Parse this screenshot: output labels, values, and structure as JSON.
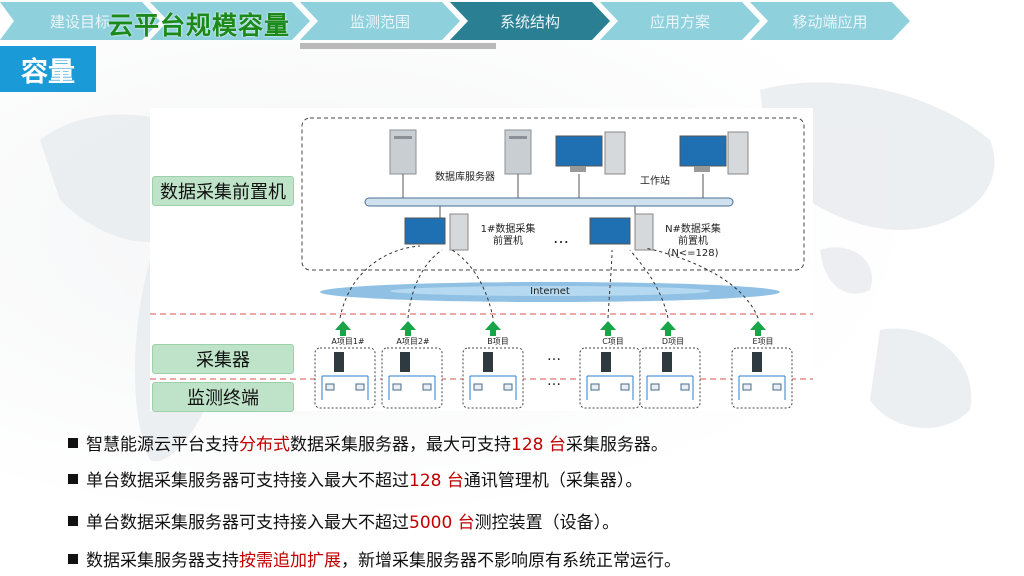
{
  "nav": {
    "tabs": [
      {
        "label": "建设目标"
      },
      {
        "label": "云平台规模容量"
      },
      {
        "label": "监测范围"
      },
      {
        "label": "系统结构"
      },
      {
        "label": "应用方案"
      },
      {
        "label": "移动端应用"
      }
    ],
    "active_title": "云平台规模容量",
    "colors": {
      "tab_light": "#8fd0dd",
      "tab_dark": "#2a7f92",
      "active": "#1b8a1b"
    }
  },
  "section_label": "容量",
  "diagram": {
    "left_labels": [
      "数据采集前置机",
      "采集器",
      "监测终端"
    ],
    "server_label": "数据库服务器",
    "workstation_label": "工作站",
    "front1_label": "1#数据采集\n前置机",
    "frontN_label": "N#数据采集\n前置机\n(N<=128)",
    "ellipsis": "…",
    "internet_label": "Internet",
    "collectors": [
      "A项目1#",
      "A项目2#",
      "B项目",
      "C项目",
      "D项目",
      "E项目"
    ]
  },
  "bullets": [
    {
      "pre": "智慧能源云平台支持",
      "hl": "分布式",
      "post": "数据采集服务器，最大可支持 ",
      "hl2": "128 台",
      "post2": "采集服务器。"
    },
    {
      "pre": "单台数据采集服务器可支持接入最大不超过 ",
      "hl": "128 台",
      "post": "通讯管理机（采集器）。",
      "hl2": "",
      "post2": ""
    },
    {
      "pre": "单台数据采集服务器可支持接入最大不超过 ",
      "hl": "5000 台",
      "post": "测控装置（设备）。",
      "hl2": "",
      "post2": ""
    },
    {
      "pre": "数据采集服务器支持",
      "hl": "按需追加扩展",
      "post": "，新增采集服务器不影响原有系统正常运行。",
      "hl2": "",
      "post2": ""
    }
  ]
}
